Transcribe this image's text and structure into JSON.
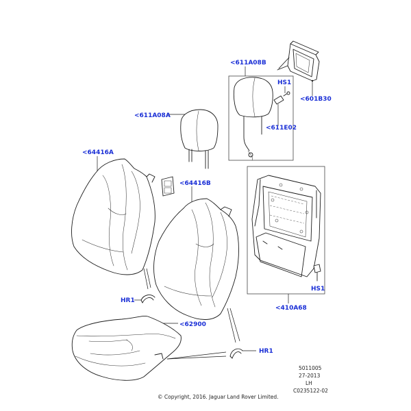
{
  "labels": {
    "headrest_upper": "<611A08B",
    "headrest_left": "<611A08A",
    "hs1_top": "HS1",
    "guide": "<601B30",
    "e02": "<611E02",
    "cover_left": "<64416A",
    "cover_mid": "<64416B",
    "frame": "<410A68",
    "hs1_bottom": "HS1",
    "hr1_left": "HR1",
    "cushion": "<62900",
    "hr1_right": "HR1"
  },
  "meta": {
    "line1": "5011005",
    "line2": "27-2013",
    "line3": "LH",
    "line4": "C0235122-02"
  },
  "copyright": "© Copyright, 2016. Jaguar Land Rover Limited.",
  "colors": {
    "label": "#1a2fd6",
    "line": "#1a1a1a"
  }
}
